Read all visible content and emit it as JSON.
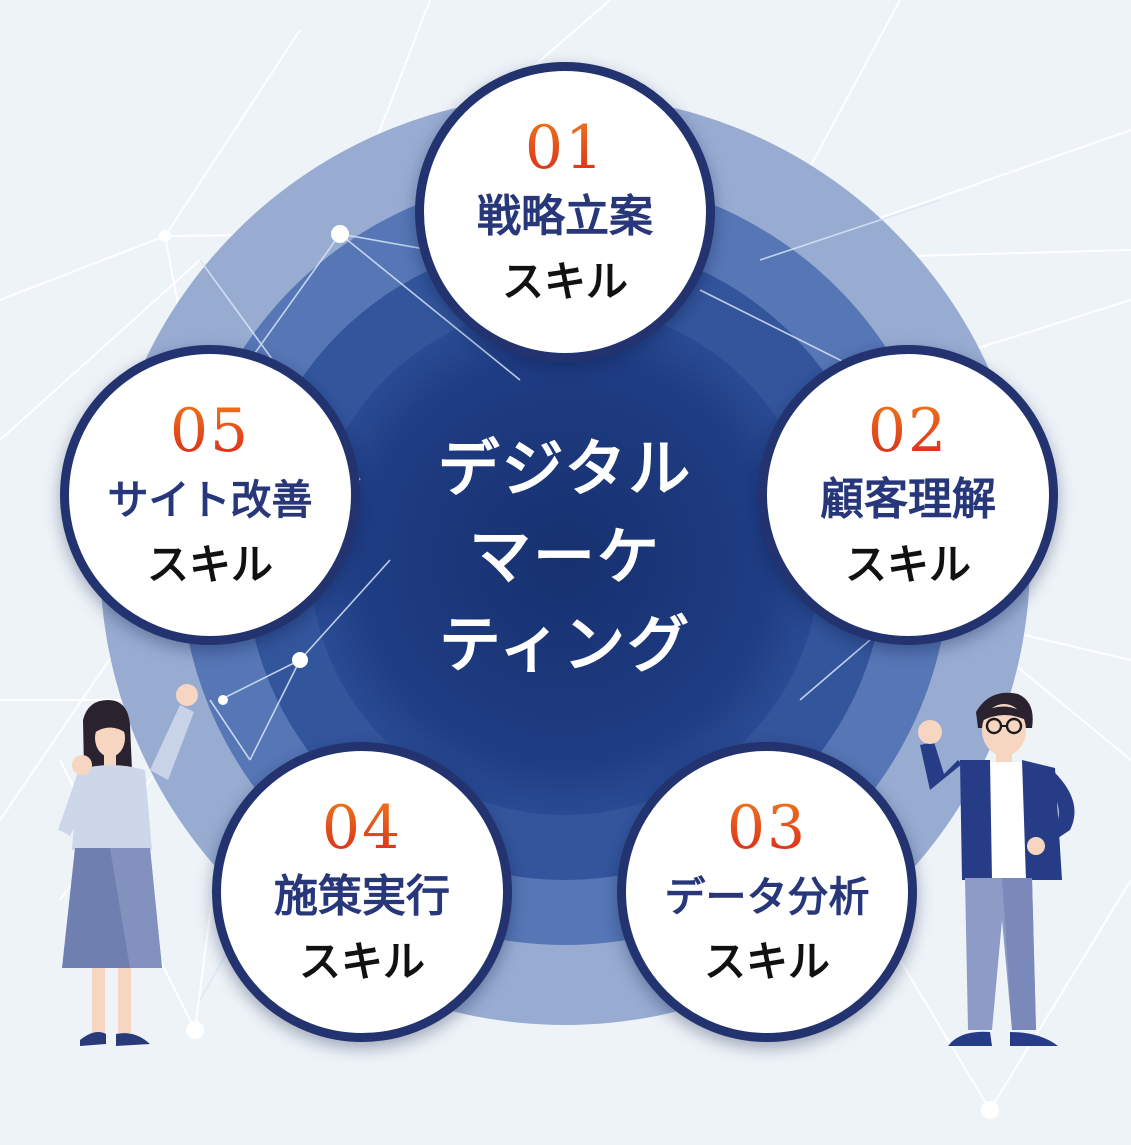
{
  "center": {
    "lines": [
      "デジタル",
      "マーケ",
      "ティング"
    ]
  },
  "skills": [
    {
      "num": "01",
      "name": "戦略立案",
      "sub": "スキル"
    },
    {
      "num": "02",
      "name": "顧客理解",
      "sub": "スキル"
    },
    {
      "num": "03",
      "name": "データ分析",
      "sub": "スキル"
    },
    {
      "num": "04",
      "name": "施策実行",
      "sub": "スキル"
    },
    {
      "num": "05",
      "name": "サイト改善",
      "sub": "スキル"
    }
  ],
  "colors": {
    "background": "#eef3f8",
    "ring_outer": "#98acd2",
    "ring_mid": "#5273b4",
    "ring_inner": "#33559c",
    "core": "#1e3b80",
    "circle_border": "#23336f",
    "number_gradient": [
      "#ee7a1c",
      "#d9261c"
    ],
    "skill_name": "#27377a"
  },
  "figures": [
    "woman-cheering",
    "man-cheering"
  ]
}
